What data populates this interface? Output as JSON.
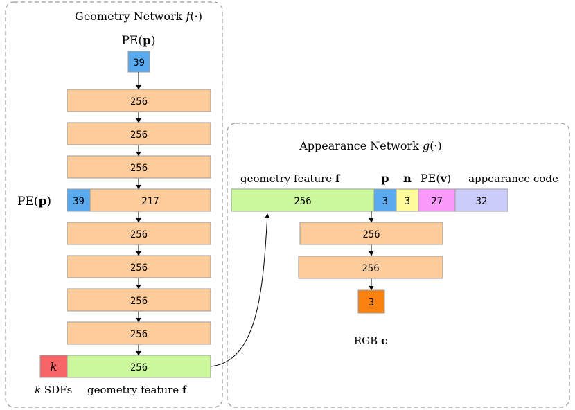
{
  "geometry_network": {
    "title": "Geometry Network f(·)",
    "title_plain": "Geometry Network ",
    "title_fn": "f",
    "title_args": "(·)",
    "input_label": "PE(p)",
    "input_label_pre": "PE(",
    "input_label_bold": "p",
    "input_label_post": ")",
    "input_size": "39",
    "hidden_layers": [
      "256",
      "256",
      "256",
      "256",
      "256",
      "256",
      "256",
      "256"
    ],
    "skip_label": "PE(p)",
    "skip_label_pre": "PE(",
    "skip_label_bold": "p",
    "skip_label_post": ")",
    "skip_input_size": "39",
    "skip_concat_size": "217",
    "output_sdf_symbol": "k",
    "output_feature_size": "256",
    "sdf_caption_k": "k",
    "sdf_caption_rest": " SDFs",
    "feature_caption_plain": "geometry feature ",
    "feature_caption_bold": "f"
  },
  "appearance_network": {
    "title": "Appearance Network g(·)",
    "title_plain": "Appearance Network ",
    "title_fn": "g",
    "title_args": "(·)",
    "labels": {
      "feature_plain": "geometry feature ",
      "feature_bold": "f",
      "p": "p",
      "n": "n",
      "pe_pre": "PE(",
      "pe_bold": "v",
      "pe_post": ")",
      "code": "appearance code"
    },
    "input_segments": [
      "256",
      "3",
      "3",
      "27",
      "32"
    ],
    "hidden_layers": [
      "256",
      "256"
    ],
    "output_size": "3",
    "output_caption_plain": "RGB ",
    "output_caption_bold": "c"
  },
  "colors": {
    "layer_fill": "#fdcc9a",
    "pe_fill": "#5aaaf0",
    "feature_fill": "#cbf99b",
    "sdf_fill": "#f66466",
    "n_fill": "#fdfb9a",
    "pe_v_fill": "#fb99fb",
    "code_fill": "#ccccfa",
    "output_fill": "#fb8210",
    "border": "#9a9a9a"
  }
}
